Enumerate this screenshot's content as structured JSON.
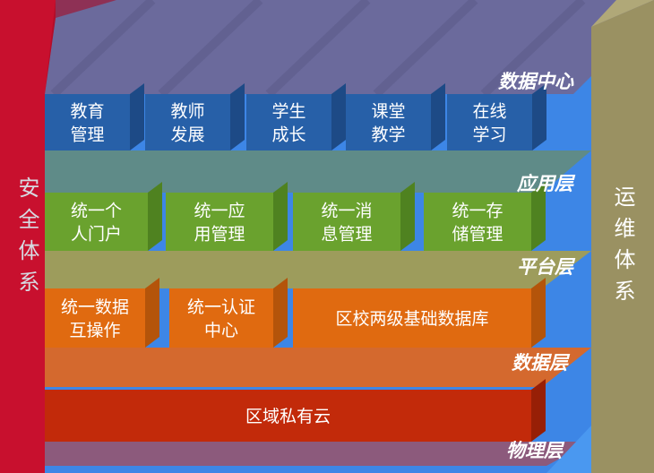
{
  "colors": {
    "background": "#3d86e6",
    "security_pillar": "#c8102e",
    "ops_pillar": "#9a9162",
    "data_center": "#2760a8",
    "application": "#6aa22e",
    "platform": "#e06a10",
    "physical": "#c22a0a"
  },
  "pillars": {
    "left": "安全体系",
    "right": "运维体系"
  },
  "layers": [
    {
      "label": "数据中心",
      "blocks": [
        [
          "教育",
          "管理"
        ],
        [
          "教师",
          "发展"
        ],
        [
          "学生",
          "成长"
        ],
        [
          "课堂",
          "教学"
        ],
        [
          "在线",
          "学习"
        ]
      ]
    },
    {
      "label": "应用层",
      "blocks": [
        [
          "统一个",
          "人门户"
        ],
        [
          "统一应",
          "用管理"
        ],
        [
          "统一消",
          "息管理"
        ],
        [
          "统一存",
          "储管理"
        ]
      ]
    },
    {
      "label": "平台层",
      "blocks": [
        [
          "统一数据",
          "互操作"
        ],
        [
          "统一认证",
          "中心"
        ],
        [
          "区校两级基础数据库"
        ]
      ]
    },
    {
      "label": "数据层",
      "blocks": [
        [
          "区域私有云"
        ]
      ]
    },
    {
      "label": "物理层",
      "blocks": []
    }
  ]
}
